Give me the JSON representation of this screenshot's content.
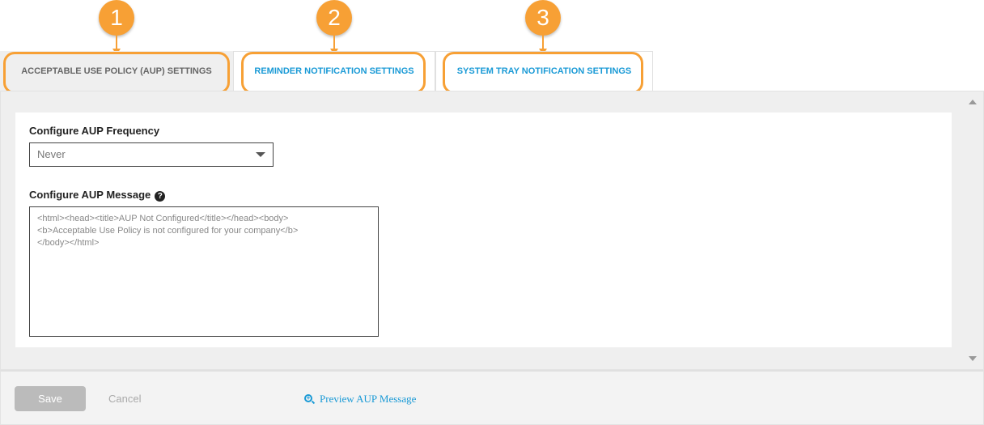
{
  "callouts": [
    {
      "number": "1"
    },
    {
      "number": "2"
    },
    {
      "number": "3"
    }
  ],
  "tabs": [
    {
      "label": "ACCEPTABLE USE POLICY (AUP) SETTINGS",
      "active": true
    },
    {
      "label": "REMINDER NOTIFICATION SETTINGS",
      "active": false
    },
    {
      "label": "SYSTEM TRAY NOTIFICATION SETTINGS",
      "active": false
    }
  ],
  "form": {
    "frequency_label": "Configure AUP Frequency",
    "frequency_value": "Never",
    "message_label": "Configure AUP Message",
    "help_icon_glyph": "?",
    "message_value": "<html><head><title>AUP Not Configured</title></head><body>\n<b>Acceptable Use Policy is not configured for your company</b>\n</body></html>"
  },
  "footer": {
    "save_label": "Save",
    "cancel_label": "Cancel",
    "preview_label": "Preview AUP Message"
  },
  "colors": {
    "accent": "#1a9ad6",
    "callout": "#f7a035",
    "save_disabled": "#bbbbbb"
  }
}
